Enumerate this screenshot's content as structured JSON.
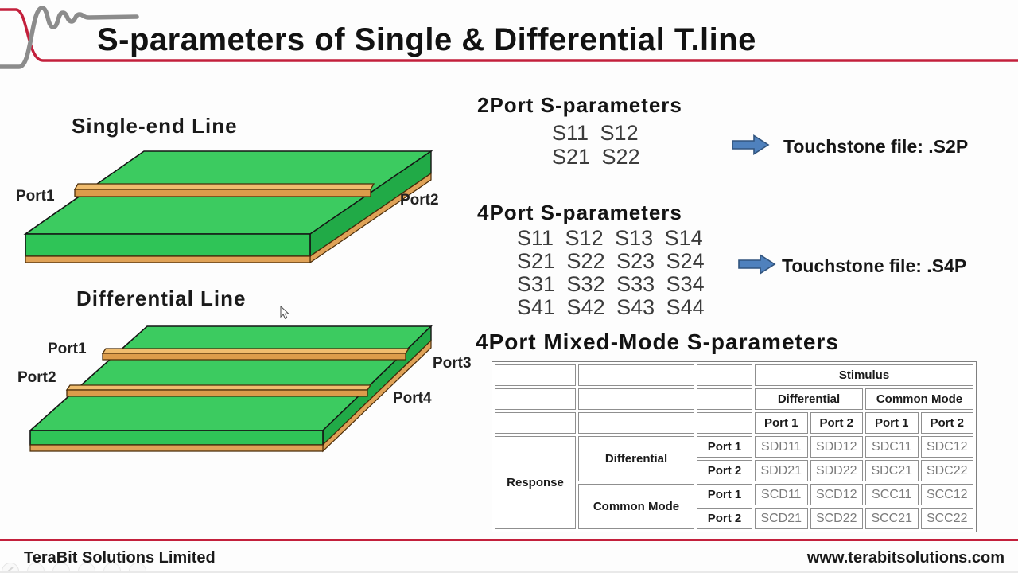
{
  "header": {
    "title": "S-parameters of Single & Differential T.line"
  },
  "diagrams": {
    "single_end": {
      "title": "Single-end Line",
      "port1": "Port1",
      "port2": "Port2"
    },
    "differential": {
      "title": "Differential Line",
      "port1": "Port1",
      "port2": "Port2",
      "port3": "Port3",
      "port4": "Port4"
    }
  },
  "two_port": {
    "heading": "2Port S-parameters",
    "matrix_rows": [
      "S11 S12",
      "S21 S22"
    ],
    "touchstone": "Touchstone file: .S2P"
  },
  "four_port": {
    "heading": "4Port S-parameters",
    "matrix_rows": [
      "S11 S12 S13 S14",
      "S21 S22 S23 S24",
      "S31 S32 S33 S34",
      "S41 S42 S43 S44"
    ],
    "touchstone": "Touchstone file: .S4P"
  },
  "mixed_mode": {
    "heading": "4Port Mixed-Mode S-parameters",
    "table": {
      "stimulus": "Stimulus",
      "response": "Response",
      "differential": "Differential",
      "common_mode": "Common Mode",
      "port1": "Port 1",
      "port2": "Port 2",
      "data_rows": [
        [
          "SDD11",
          "SDD12",
          "SDC11",
          "SDC12"
        ],
        [
          "SDD21",
          "SDD22",
          "SDC21",
          "SDC22"
        ],
        [
          "SCD11",
          "SCD12",
          "SCC11",
          "SCC12"
        ],
        [
          "SCD21",
          "SCD22",
          "SCC21",
          "SCC22"
        ]
      ]
    }
  },
  "footer": {
    "company": "TeraBit Solutions Limited",
    "website": "www.terabitsolutions.com"
  },
  "icons": {
    "logo": "signal-edge-waveform",
    "touchstone_arrow": "block-arrow-right",
    "cursor": "mouse-pointer"
  },
  "colors": {
    "accent_red": "#c3203c",
    "arrow_blue": "#4f81bd",
    "board_green_top": "#3ccb60",
    "board_green_front": "#2fc457",
    "board_green_side": "#21aa47",
    "copper_orange": "#e9ab58",
    "matrix_text": "#3c3c3c",
    "table_data_text": "#7c7c7c"
  }
}
